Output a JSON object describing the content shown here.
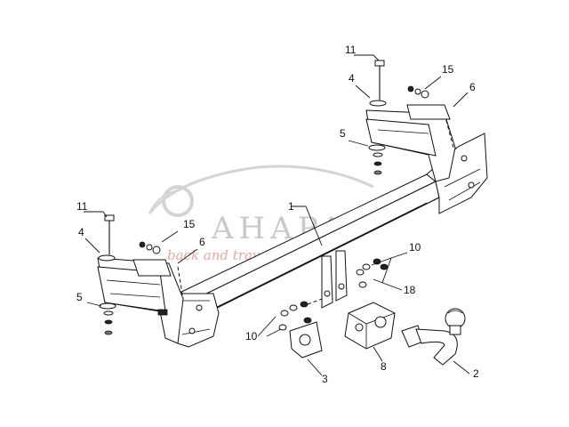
{
  "watermark": {
    "brand": "AHAPA",
    "tagline": "back and travel"
  },
  "callouts": [
    {
      "id": "c11a",
      "text": "11"
    },
    {
      "id": "c4a",
      "text": "4"
    },
    {
      "id": "c15a",
      "text": "15"
    },
    {
      "id": "c6a",
      "text": "6"
    },
    {
      "id": "c5a",
      "text": "5"
    },
    {
      "id": "c1",
      "text": "1"
    },
    {
      "id": "c11b",
      "text": "11"
    },
    {
      "id": "c15b",
      "text": "15"
    },
    {
      "id": "c4b",
      "text": "4"
    },
    {
      "id": "c6b",
      "text": "6"
    },
    {
      "id": "c10a",
      "text": "10"
    },
    {
      "id": "c5b",
      "text": "5"
    },
    {
      "id": "c18",
      "text": "18"
    },
    {
      "id": "c10b",
      "text": "10"
    },
    {
      "id": "c2",
      "text": "2"
    },
    {
      "id": "c8",
      "text": "8"
    },
    {
      "id": "c3",
      "text": "3"
    }
  ]
}
